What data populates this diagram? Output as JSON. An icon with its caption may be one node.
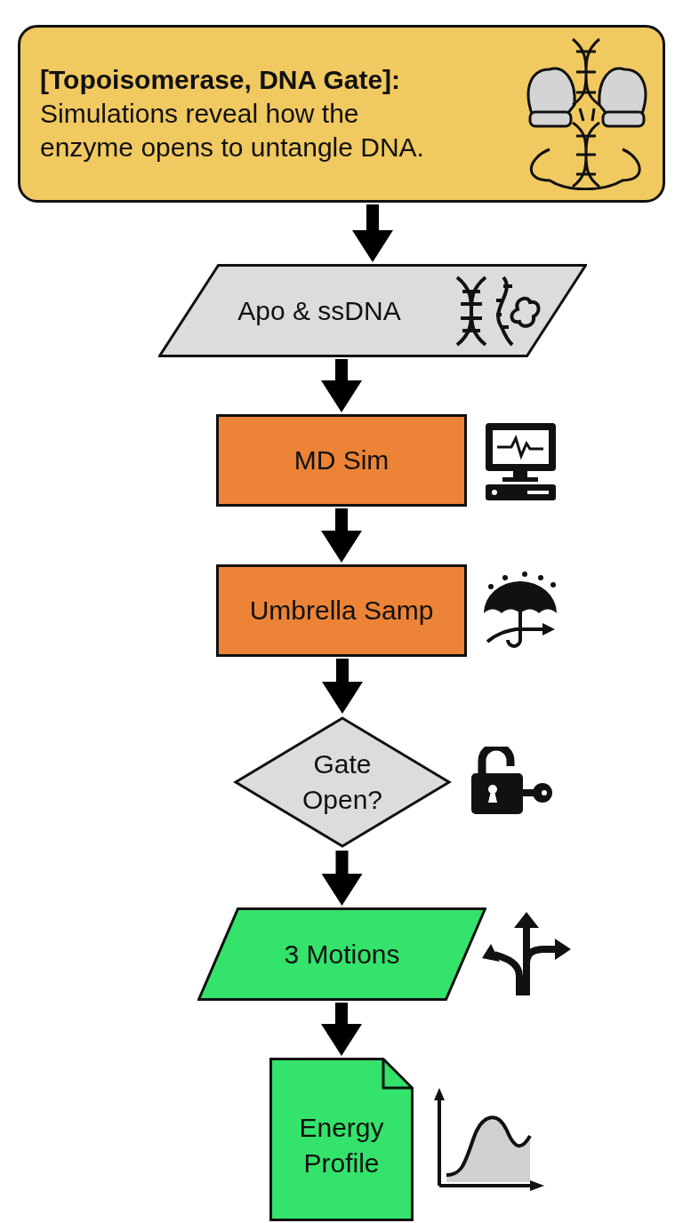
{
  "diagram": {
    "nodes": [
      {
        "text": [
          "[Topoisomerase, DNA Gate]:",
          "Simulations reveal how the enzyme opens to untangle DNA."
        ]
      },
      {
        "text": [
          "Apo & ssDNA"
        ]
      },
      {
        "text": [
          "MD Sim"
        ]
      },
      {
        "text": [
          "Umbrella Samp"
        ]
      },
      {
        "text": [
          "Gate Open?"
        ]
      },
      {
        "text": [
          "3 Motions"
        ]
      },
      {
        "text": [
          "Energy Profile"
        ]
      }
    ],
    "edges": [
      {
        "from": 0,
        "to": 1,
        "arrow": "to"
      },
      {
        "from": 1,
        "to": 2,
        "arrow": "to"
      },
      {
        "from": 2,
        "to": 3,
        "arrow": "to"
      },
      {
        "from": 3,
        "to": 4,
        "arrow": "to"
      },
      {
        "from": 4,
        "to": 5,
        "arrow": "to"
      },
      {
        "from": 5,
        "to": 6,
        "arrow": "to"
      }
    ]
  }
}
